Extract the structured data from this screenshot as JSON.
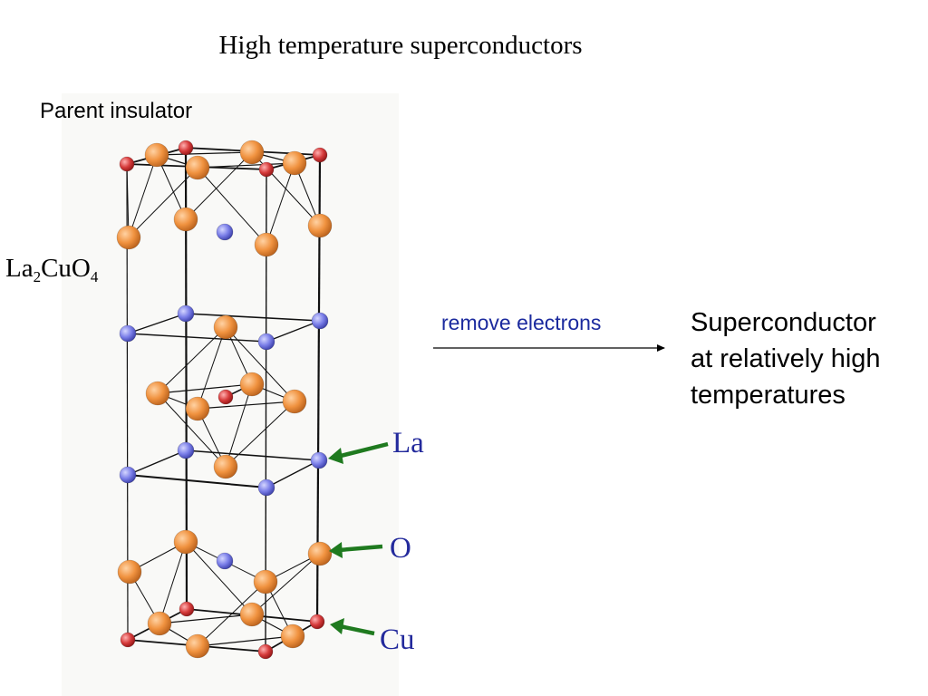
{
  "slide": {
    "title": "High temperature superconductors",
    "parent_label": "Parent insulator",
    "formula": {
      "la": "La",
      "la_sub": "2",
      "cu": "CuO",
      "o_sub": "4"
    },
    "process_label": "remove electrons",
    "result_lines": [
      "Superconductor",
      "at relatively high",
      "temperatures"
    ],
    "element_labels": {
      "la": "La",
      "o": "O",
      "cu": "Cu"
    }
  },
  "colors": {
    "la_atom": "#f0923f",
    "o_atom": "#7a7ee8",
    "cu_atom": "#d63b3b",
    "label_arrow": "#1f7a1f",
    "element_text": "#232a9c",
    "process_text": "#1b2a9e"
  }
}
